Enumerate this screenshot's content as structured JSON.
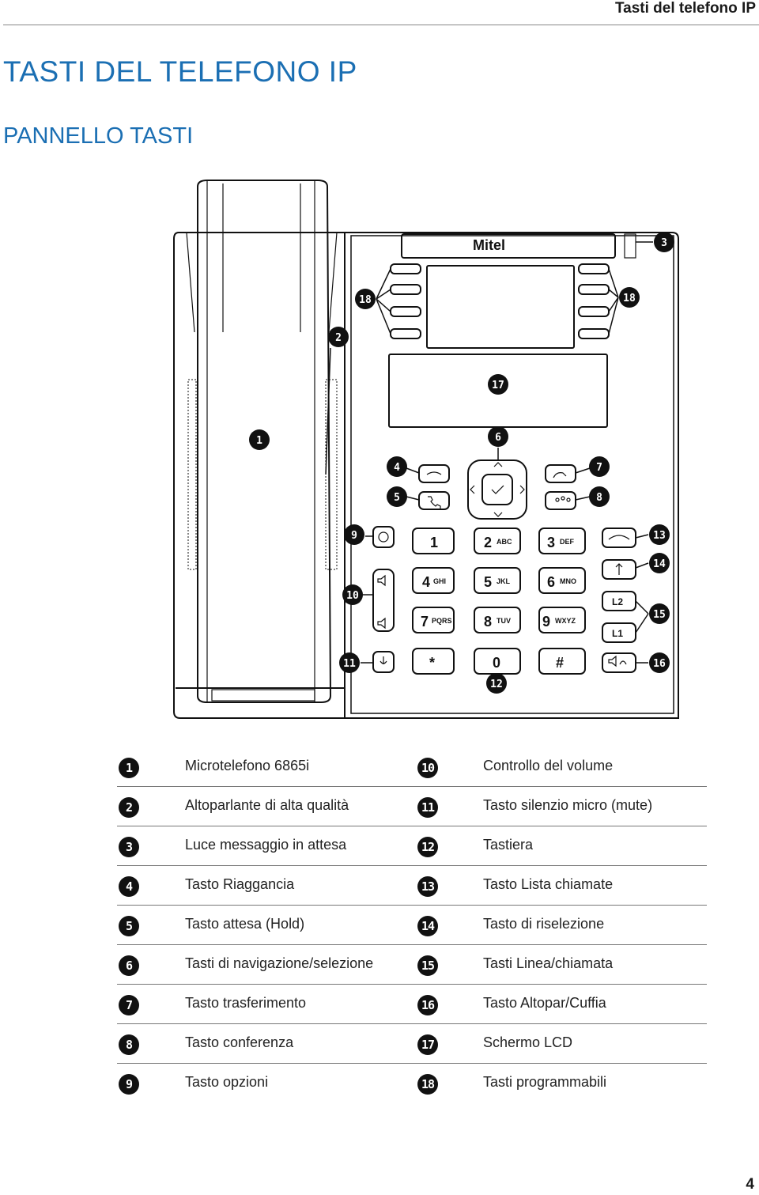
{
  "header": {
    "running_title": "Tasti del telefono IP",
    "page_number": "4"
  },
  "document": {
    "title": "TASTI DEL TELEFONO IP",
    "subtitle": "PANNELLO TASTI"
  },
  "phone": {
    "brand": "Mitel",
    "keys": {
      "k1": "1",
      "k2": "2",
      "k2_letters": "ABC",
      "k3": "3",
      "k3_letters": "DEF",
      "k4": "4",
      "k4_letters": "GHI",
      "k5": "5",
      "k5_letters": "JKL",
      "k6": "6",
      "k6_letters": "MNO",
      "k7": "7",
      "k7_letters": "PQRS",
      "k8": "8",
      "k8_letters": "TUV",
      "k9": "9",
      "k9_letters": "WXYZ",
      "star": "*",
      "zero": "0",
      "hash": "#",
      "line2": "L2",
      "line1": "L1"
    },
    "callouts": {
      "c1": "1",
      "c2": "2",
      "c3": "3",
      "c4": "4",
      "c5": "5",
      "c6": "6",
      "c7": "7",
      "c8": "8",
      "c9": "9",
      "c10": "10",
      "c11": "11",
      "c12": "12",
      "c13": "13",
      "c14": "14",
      "c15": "15",
      "c16": "16",
      "c17": "17",
      "c18": "18"
    }
  },
  "legend": [
    {
      "left_num": "1",
      "left_label": "Microtelefono 6865i",
      "right_num": "10",
      "right_label": "Controllo del volume"
    },
    {
      "left_num": "2",
      "left_label": "Altoparlante di alta qualità",
      "right_num": "11",
      "right_label": "Tasto silenzio micro (mute)"
    },
    {
      "left_num": "3",
      "left_label": "Luce messaggio in attesa",
      "right_num": "12",
      "right_label": "Tastiera"
    },
    {
      "left_num": "4",
      "left_label": "Tasto Riaggancia",
      "right_num": "13",
      "right_label": "Tasto Lista chiamate"
    },
    {
      "left_num": "5",
      "left_label": "Tasto attesa (Hold)",
      "right_num": "14",
      "right_label": "Tasto di riselezione"
    },
    {
      "left_num": "6",
      "left_label": "Tasti di navigazione/selezione",
      "right_num": "15",
      "right_label": "Tasti Linea/chiamata"
    },
    {
      "left_num": "7",
      "left_label": "Tasto trasferimento",
      "right_num": "16",
      "right_label": "Tasto Altopar/Cuffia"
    },
    {
      "left_num": "8",
      "left_label": "Tasto conferenza",
      "right_num": "17",
      "right_label": "Schermo LCD"
    },
    {
      "left_num": "9",
      "left_label": "Tasto opzioni",
      "right_num": "18",
      "right_label": "Tasti programmabili"
    }
  ]
}
